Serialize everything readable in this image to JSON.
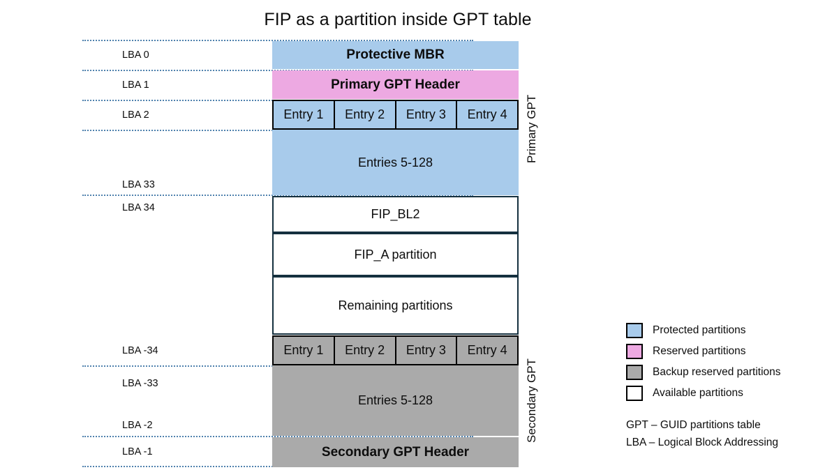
{
  "title": "FIP as a partition inside GPT table",
  "colors": {
    "protected": "#a8cbeb",
    "reserved": "#eda9e2",
    "backup_reserved": "#aaaaaa",
    "available": "#ffffff",
    "guide_line": "#4f81ad",
    "block_border": "#15303f",
    "entry_border": "#000000"
  },
  "lba_labels": {
    "l0": "LBA 0",
    "l1": "LBA 1",
    "l2": "LBA 2",
    "l33": "LBA 33",
    "l34": "LBA 34",
    "lm34": "LBA -34",
    "lm33": "LBA -33",
    "lm2": "LBA -2",
    "lm1": "LBA -1"
  },
  "blocks": {
    "protective_mbr": "Protective MBR",
    "primary_gpt_header": "Primary GPT Header",
    "primary_entries_rest": "Entries 5-128",
    "fip_bl2": "FIP_BL2",
    "fip_a": "FIP_A partition",
    "remaining": "Remaining partitions",
    "secondary_entries_rest": "Entries 5-128",
    "secondary_gpt_header": "Secondary GPT Header"
  },
  "entries": {
    "primary": [
      "Entry 1",
      "Entry 2",
      "Entry 3",
      "Entry 4"
    ],
    "secondary": [
      "Entry 1",
      "Entry 2",
      "Entry 3",
      "Entry 4"
    ]
  },
  "side_labels": {
    "primary": "Primary GPT",
    "secondary": "Secondary GPT"
  },
  "legend": {
    "items": [
      {
        "label": "Protected partitions",
        "color": "#a8cbeb"
      },
      {
        "label": "Reserved partitions",
        "color": "#eda9e2"
      },
      {
        "label": "Backup reserved partitions",
        "color": "#aaaaaa"
      },
      {
        "label": "Available partitions",
        "color": "#ffffff"
      }
    ],
    "notes": [
      "GPT – GUID partitions table",
      "LBA – Logical Block Addressing"
    ]
  }
}
